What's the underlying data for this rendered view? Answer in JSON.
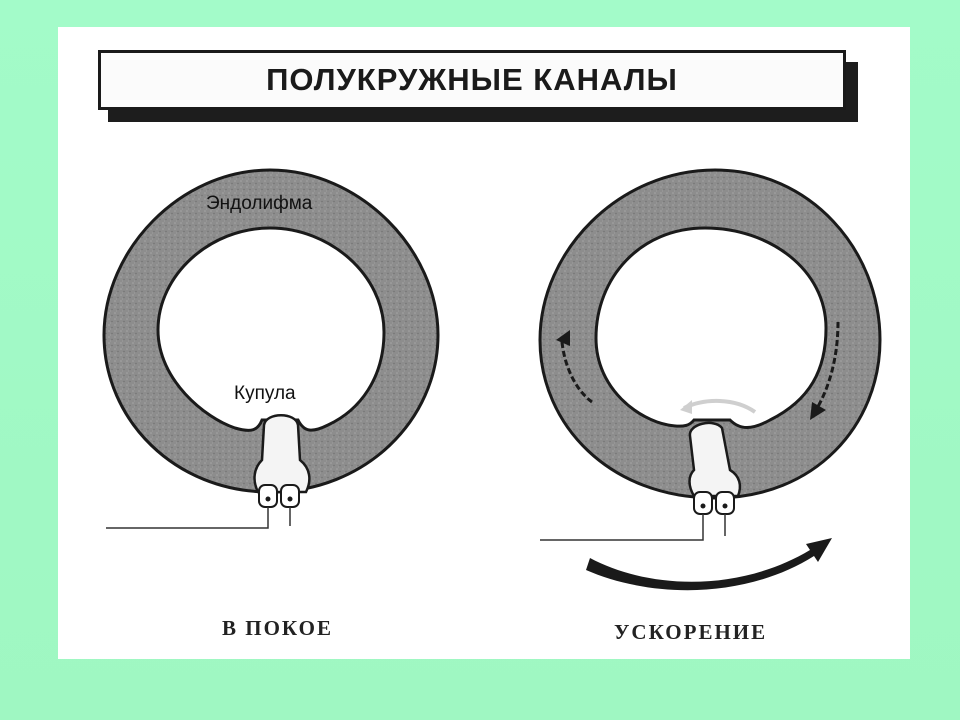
{
  "title": "ПОЛУКРУЖНЫЕ КАНАЛЫ",
  "labels": {
    "endolymph": "Эндолифма",
    "cupula": "Купула"
  },
  "captions": {
    "rest": "В ПОКОЕ",
    "acceleration": "УСКОРЕНИЕ"
  },
  "colors": {
    "background": "#a0f8c6",
    "ring_fill": "#8a8a8a",
    "ink": "#1a1a1a"
  }
}
